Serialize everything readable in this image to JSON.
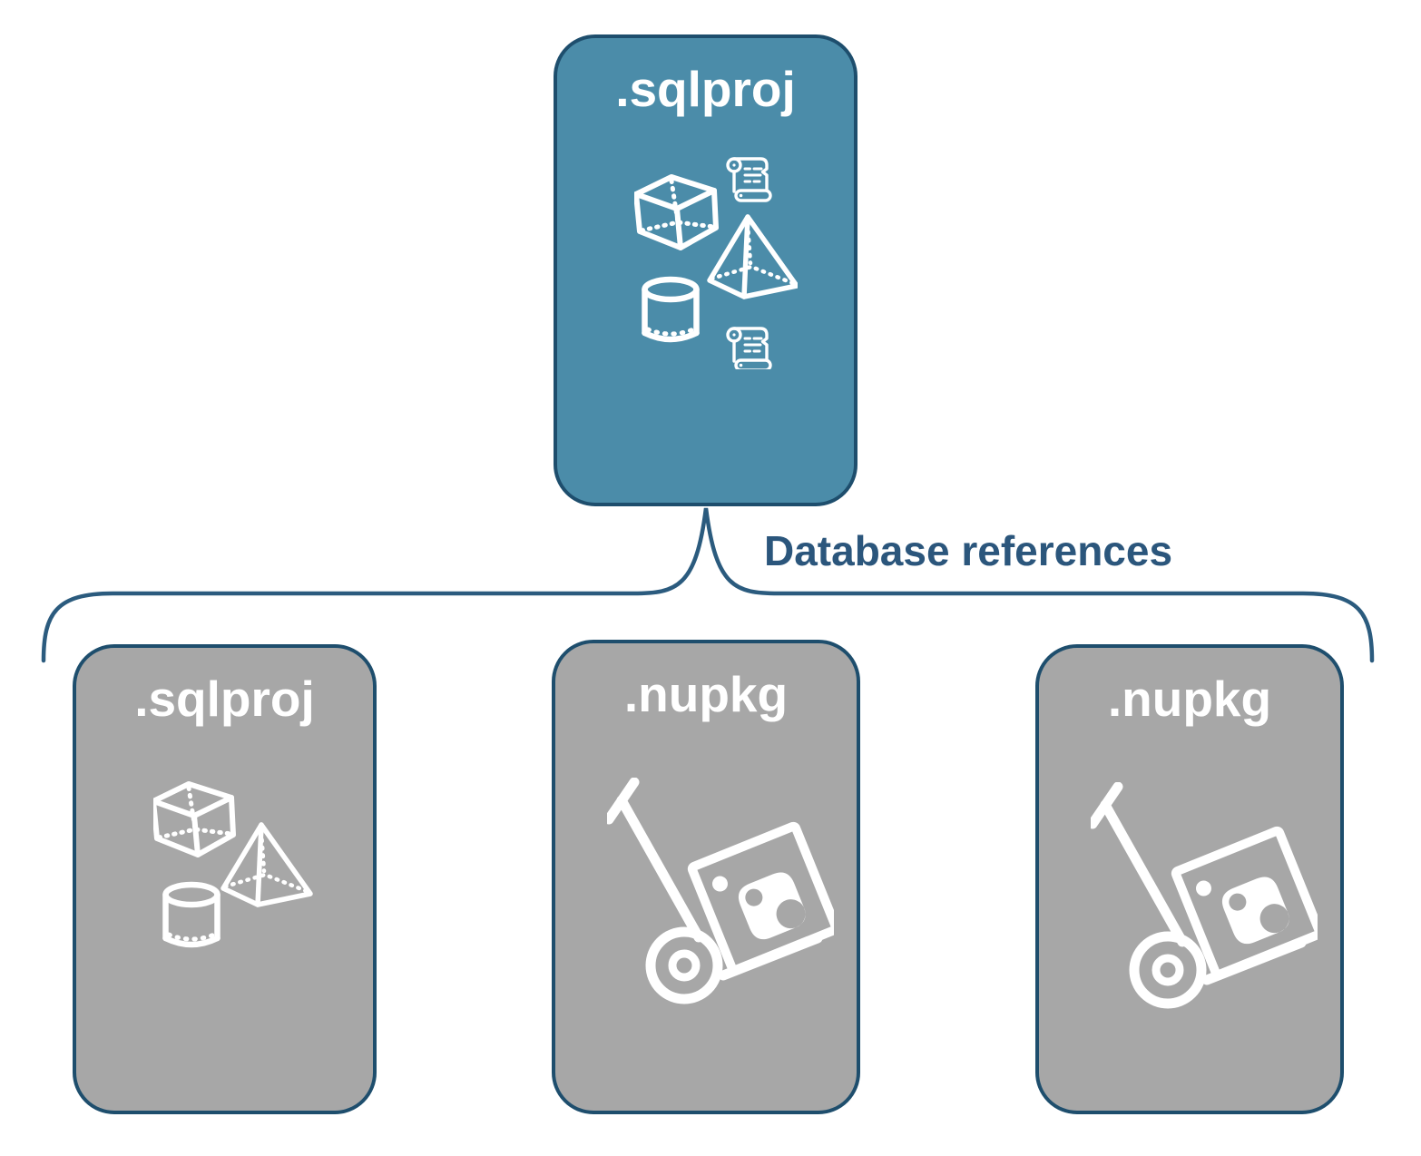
{
  "diagram": {
    "root": {
      "label": ".sqlproj",
      "icon_names": [
        "cube-icon",
        "scroll-icon",
        "pyramid-icon",
        "cylinder-icon",
        "scroll-icon"
      ]
    },
    "connector": {
      "label": "Database references",
      "shape": "horizontal-curly-brace"
    },
    "children": [
      {
        "label": ".sqlproj",
        "icon_names": [
          "cube-icon",
          "pyramid-icon",
          "cylinder-icon"
        ]
      },
      {
        "label": ".nupkg",
        "icon_names": [
          "handtruck-package-icon"
        ]
      },
      {
        "label": ".nupkg",
        "icon_names": [
          "handtruck-package-icon"
        ]
      }
    ],
    "colors": {
      "accent": "#4b8ca9",
      "gray": "#a7a7a7",
      "border": "#1e4e6d",
      "connector": "#2b5b7e",
      "label-text": "#2b567c",
      "icon": "#ffffff",
      "background": "#ffffff"
    }
  }
}
